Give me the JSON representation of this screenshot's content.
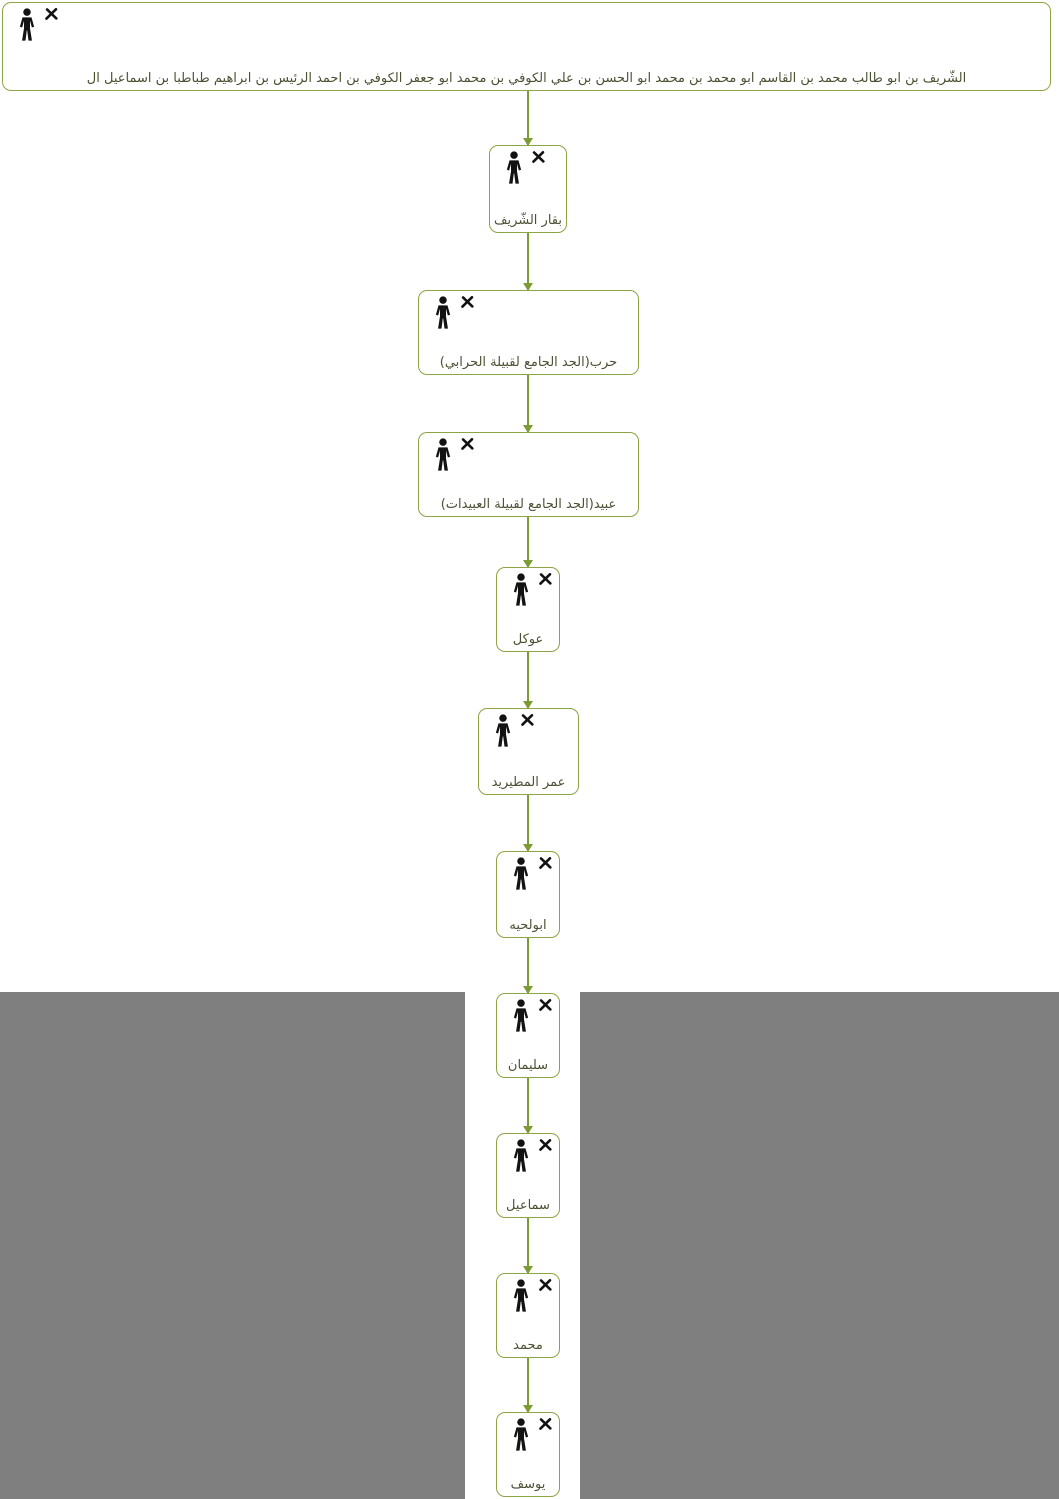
{
  "diagram": {
    "type": "family-tree",
    "direction": "top-down",
    "structure": "single vertical lineage chain",
    "node_icons": [
      "person-icon",
      "crossed-tools-icon"
    ]
  },
  "colors": {
    "background": "#ffffff",
    "node_border": "#8ca544",
    "arrow": "#7d9b35",
    "label_text": "#4a5233",
    "icon": "#121212",
    "side_mask": "#7f7f7f"
  },
  "tree": {
    "nodes": [
      {
        "name": "الشّريف بن ابو طالب محمد بن القاسم ابو محمد بن محمد ابو الحسن بن علي الكوفي بن محمد ابو جعفر الكوفي بن احمد الرئيس بن ابراهيم طباطبا بن اسماعيل ال"
      },
      {
        "name": "بقار الشّريف"
      },
      {
        "name": "حرب(الجد الجامع لقبيلة الحرابي)"
      },
      {
        "name": "عبيد(الجد الجامع لقبيلة العبيدات)"
      },
      {
        "name": "عوكل"
      },
      {
        "name": "عمر المطيريد"
      },
      {
        "name": "ابولحيه"
      },
      {
        "name": "سليمان"
      },
      {
        "name": "سماعيل"
      },
      {
        "name": "محمد"
      },
      {
        "name": "يوسف"
      }
    ],
    "edges": [
      [
        0,
        1
      ],
      [
        1,
        2
      ],
      [
        2,
        3
      ],
      [
        3,
        4
      ],
      [
        4,
        5
      ],
      [
        5,
        6
      ],
      [
        6,
        7
      ],
      [
        7,
        8
      ],
      [
        8,
        9
      ],
      [
        9,
        10
      ]
    ]
  }
}
